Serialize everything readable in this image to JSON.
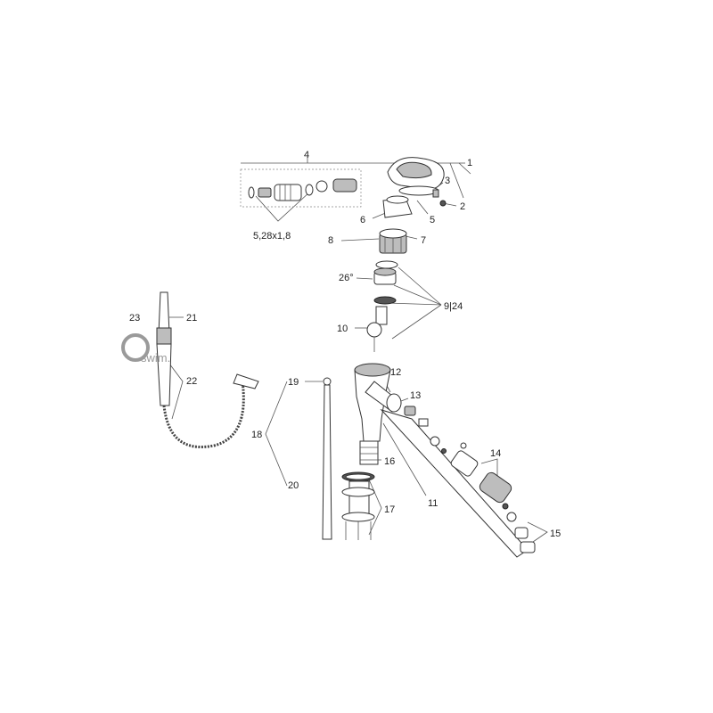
{
  "callouts": {
    "c1": "1",
    "c2": "2",
    "c3": "3",
    "c4": "4",
    "c5": "5",
    "c5b": "5,28x1,8",
    "c6": "6",
    "c7": "7",
    "c8": "8",
    "c9_24": "9|24",
    "c10": "10",
    "c11": "11",
    "c12": "12",
    "c13": "13",
    "c14": "14",
    "c15": "15",
    "c16": "16",
    "c17": "17",
    "c18": "18",
    "c19": "19",
    "c20": "20",
    "c21": "21",
    "c22": "22",
    "c23": "23",
    "angle": "26°"
  },
  "watermark": {
    "text": "swim."
  },
  "colors": {
    "line": "#333333",
    "shade": "#bdbdbd",
    "watermark": "#9a9a9a"
  }
}
